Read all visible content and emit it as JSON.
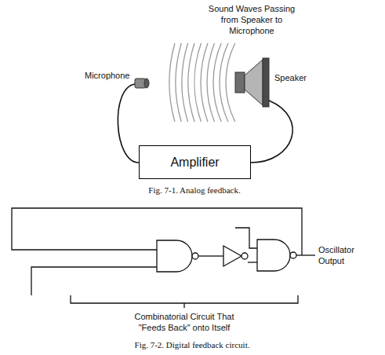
{
  "diagram": {
    "nodes": [
      {
        "text": [
          "Amplifier"
        ]
      }
    ],
    "labels": [
      "Sound Waves Passing from Speaker to Microphone",
      "Microphone",
      "Speaker",
      "Fig. 7-1. Analog feedback.",
      "Oscillator Output",
      "Combinatorial Circuit That \"Feeds Back\" onto Itself",
      "Fig. 7-2. Digital feedback circuit."
    ]
  }
}
